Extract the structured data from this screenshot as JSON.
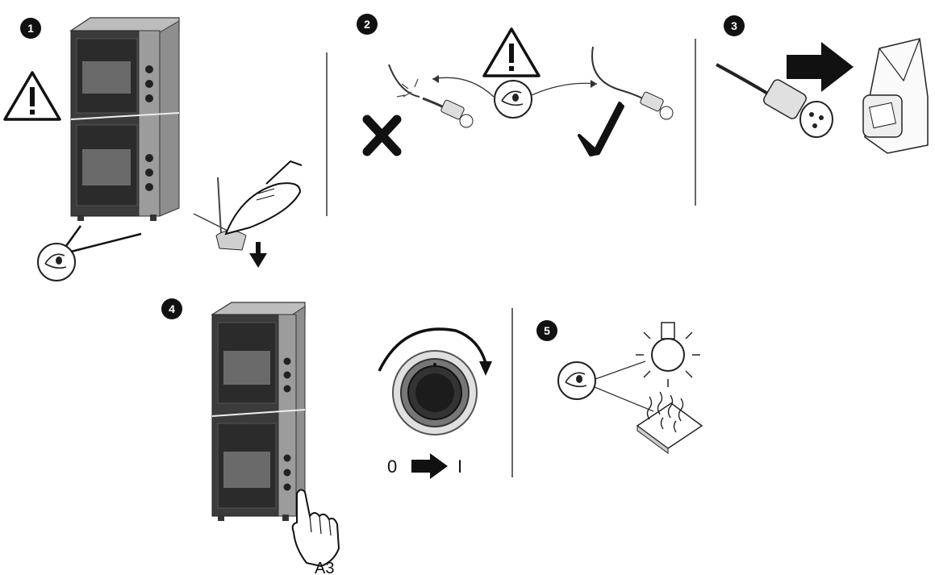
{
  "steps": [
    {
      "number": "1"
    },
    {
      "number": "2"
    },
    {
      "number": "3"
    },
    {
      "number": "4"
    },
    {
      "number": "5"
    }
  ],
  "labels": {
    "switch_off": "0",
    "switch_on": "I",
    "button_ref": "A3"
  },
  "icons": {
    "warning": "warning-triangle-icon",
    "inspect": "eye-inspection-icon",
    "wrong": "cross-icon",
    "correct": "check-icon",
    "direction": "arrow-icon",
    "lamp": "lamp-icon",
    "heat": "heat-plate-icon"
  },
  "colors": {
    "ink": "#111111",
    "oven_body": "#3d3d3d",
    "oven_panel": "#9a9a9a",
    "oven_glass": "#2a2a2a"
  }
}
